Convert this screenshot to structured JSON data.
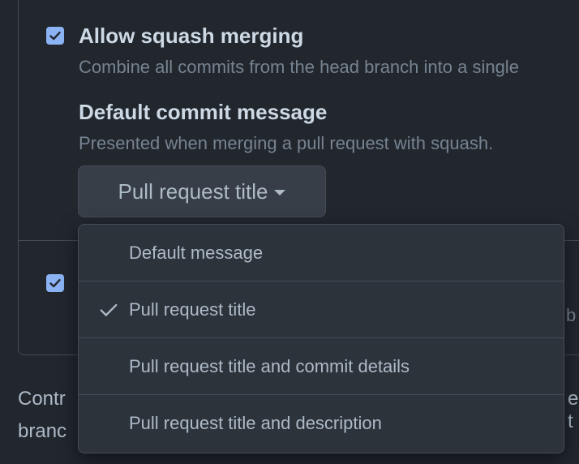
{
  "squash": {
    "title": "Allow squash merging",
    "description": "Combine all commits from the head branch into a single"
  },
  "commit_message": {
    "heading": "Default commit message",
    "description": "Presented when merging a pull request with squash.",
    "button_label": "Pull request title"
  },
  "menu": {
    "items": [
      {
        "label": "Default message",
        "selected": false
      },
      {
        "label": "Pull request title",
        "selected": true
      },
      {
        "label": "Pull request title and commit details",
        "selected": false
      },
      {
        "label": "Pull request title and description",
        "selected": false
      }
    ]
  },
  "background": {
    "peek_right": "b",
    "footer_line1": "Contr",
    "footer_line2": "branc",
    "footer_peek": "e t"
  },
  "colors": {
    "background": "#22272e",
    "checkbox": "#8cb4f5",
    "menu_bg": "#2d333b",
    "border": "#444c56"
  }
}
